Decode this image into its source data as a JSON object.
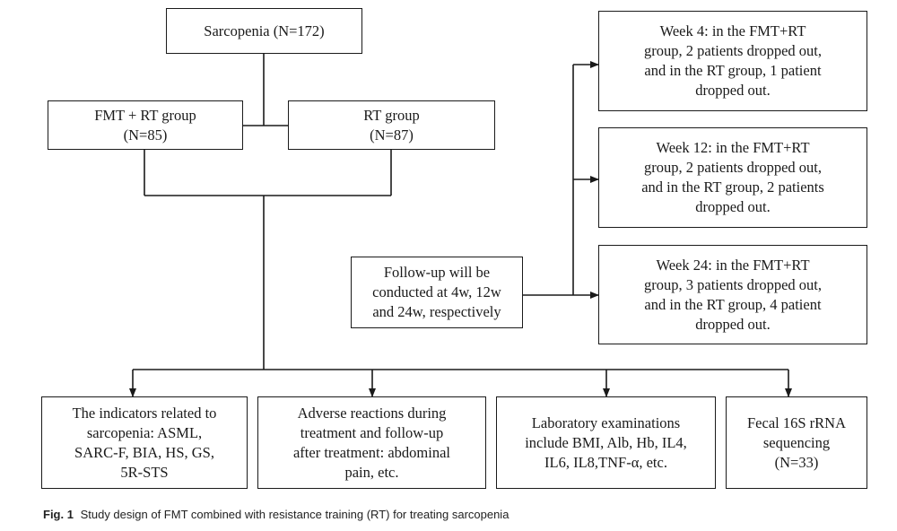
{
  "nodes": {
    "sarcopenia": {
      "lines": [
        "Sarcopenia (N=172)"
      ]
    },
    "fmt_rt_group": {
      "lines": [
        "FMT + RT group",
        "(N=85)"
      ]
    },
    "rt_group": {
      "lines": [
        "RT group",
        "(N=87)"
      ]
    },
    "follow_up": {
      "lines": [
        "Follow-up will be",
        "conducted at 4w, 12w",
        "and 24w, respectively"
      ]
    },
    "week4": {
      "lines": [
        "Week 4: in the FMT+RT",
        "group, 2 patients dropped out,",
        "and in the RT group, 1 patient",
        "dropped out."
      ]
    },
    "week12": {
      "lines": [
        "Week 12: in the FMT+RT",
        "group, 2 patients dropped out,",
        "and in the RT group, 2 patients",
        "dropped out."
      ]
    },
    "week24": {
      "lines": [
        "Week 24: in the FMT+RT",
        "group, 3 patients dropped out,",
        "and in the RT group, 4 patient",
        "dropped out."
      ]
    },
    "indicators": {
      "lines": [
        "The indicators related to",
        "sarcopenia: ASML,",
        "SARC-F, BIA, HS, GS,",
        "5R-STS"
      ]
    },
    "adverse": {
      "lines": [
        "Adverse reactions during",
        "treatment and follow-up",
        "after treatment: abdominal",
        "pain, etc."
      ]
    },
    "laboratory": {
      "lines": [
        "Laboratory examinations",
        "include BMI, Alb, Hb, IL4,",
        "IL6, IL8,TNF-α, etc."
      ]
    },
    "fecal": {
      "lines": [
        "Fecal 16S rRNA",
        "sequencing",
        "(N=33)"
      ]
    }
  },
  "caption": {
    "label": "Fig. 1",
    "text": "Study design of FMT combined with resistance training (RT) for treating sarcopenia"
  }
}
